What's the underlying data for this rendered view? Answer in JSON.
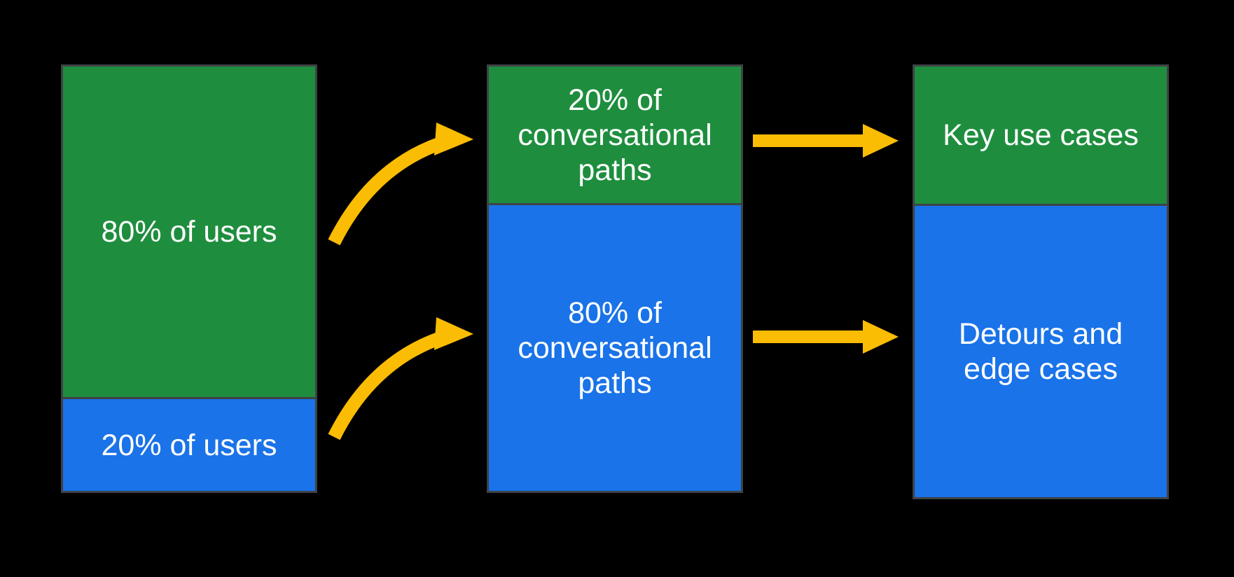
{
  "colors": {
    "green": "#1E8E3E",
    "blue": "#1A73E8",
    "arrow": "#FBBC04",
    "border": "#3F4245",
    "background": "#000000",
    "text": "#FFFFFF"
  },
  "columns": [
    {
      "name": "users",
      "segments": [
        {
          "id": "users-majority",
          "label": "80% of users",
          "color": "green",
          "value_pct": 80
        },
        {
          "id": "users-minority",
          "label": "20% of users",
          "color": "blue",
          "value_pct": 20
        }
      ]
    },
    {
      "name": "conversational-paths",
      "segments": [
        {
          "id": "paths-key",
          "label": "20% of conversational paths",
          "color": "green",
          "value_pct": 20
        },
        {
          "id": "paths-long-tail",
          "label": "80% of conversational paths",
          "color": "blue",
          "value_pct": 80
        }
      ]
    },
    {
      "name": "outcomes",
      "segments": [
        {
          "id": "key-use-cases",
          "label": "Key use cases",
          "color": "green"
        },
        {
          "id": "detours-edge-cases",
          "label": "Detours and edge cases",
          "color": "blue"
        }
      ]
    }
  ]
}
